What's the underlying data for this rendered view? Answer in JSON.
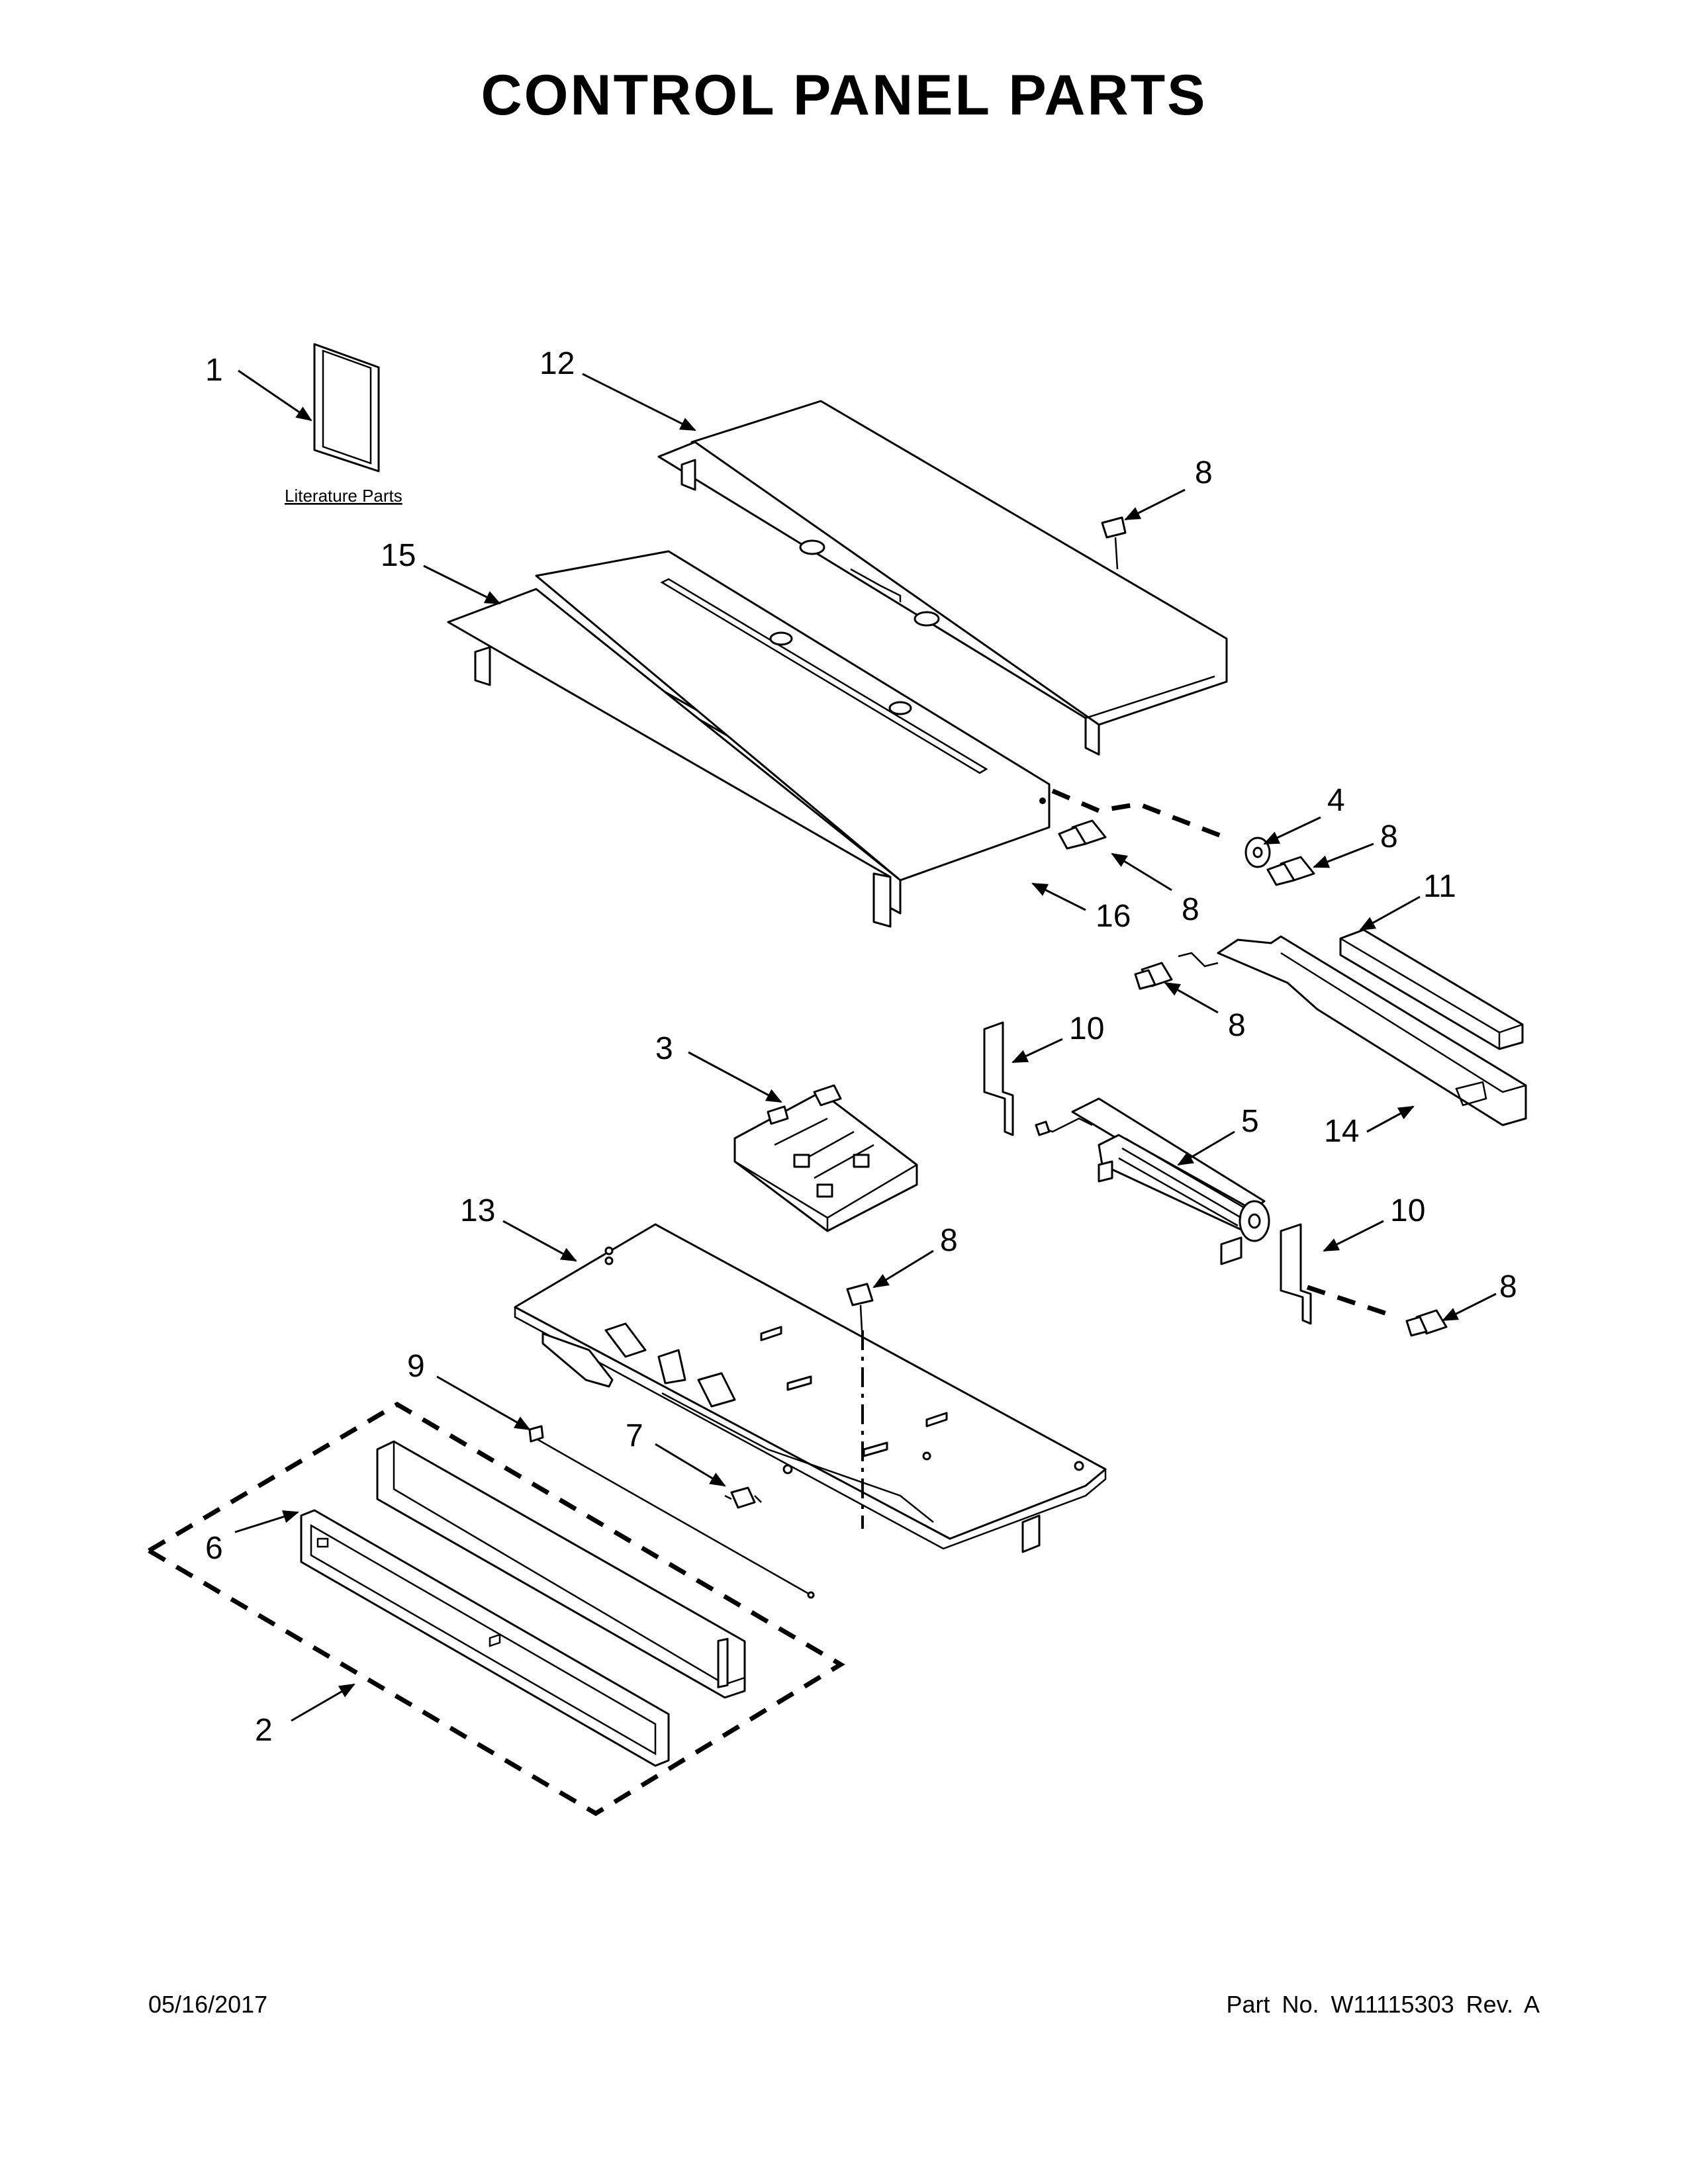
{
  "title": "CONTROL PANEL PARTS",
  "literature_label": "Literature Parts",
  "labels": {
    "l1": "1",
    "l12": "12",
    "l8a": "8",
    "l15": "15",
    "l4": "4",
    "l8b": "8",
    "l8c": "8",
    "l16": "16",
    "l11": "11",
    "l8d": "8",
    "l10a": "10",
    "l3": "3",
    "l5": "5",
    "l14": "14",
    "l13": "13",
    "l8e": "8",
    "l10b": "10",
    "l8f": "8",
    "l9": "9",
    "l7": "7",
    "l6": "6",
    "l2": "2"
  },
  "footer": {
    "date": "05/16/2017",
    "part_no": "Part No.  W11115303  Rev.  A"
  }
}
